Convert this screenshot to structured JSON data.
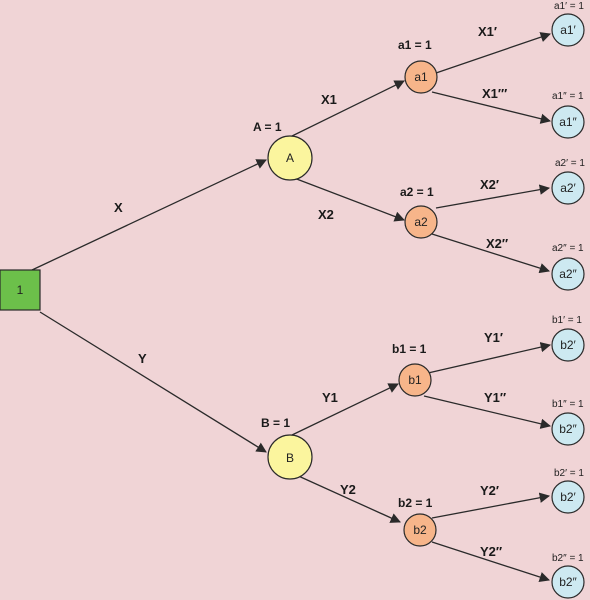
{
  "colors": {
    "background": "#f0d4d6",
    "root_fill": "#6cc04a",
    "level1_fill": "#fbf59e",
    "level2_fill": "#f7b58a",
    "leaf_fill": "#cde9f1",
    "stroke": "#2a2a2a"
  },
  "nodes": {
    "root": {
      "label": "1"
    },
    "A": {
      "label": "A",
      "value": "A = 1"
    },
    "B": {
      "label": "B",
      "value": "B = 1"
    },
    "a1": {
      "label": "a1",
      "value": "a1 = 1"
    },
    "a2": {
      "label": "a2",
      "value": "a2 = 1"
    },
    "b1": {
      "label": "b1",
      "value": "b1 = 1"
    },
    "b2": {
      "label": "b2",
      "value": "b2 = 1"
    },
    "a1p": {
      "label": "a1′",
      "value": "a1′ = 1"
    },
    "a1pp": {
      "label": "a1″",
      "value": "a1″ = 1"
    },
    "a2p": {
      "label": "a2′",
      "value": "a2′ = 1"
    },
    "a2pp": {
      "label": "a2″",
      "value": "a2″ = 1"
    },
    "b1p": {
      "label": "b2′",
      "value": "b1′ = 1"
    },
    "b1pp": {
      "label": "b2″",
      "value": "b1″ = 1"
    },
    "b2p": {
      "label": "b2′",
      "value": "b2′ = 1"
    },
    "b2pp": {
      "label": "b2″",
      "value": "b2″ = 1"
    }
  },
  "edges": {
    "X": "X",
    "Y": "Y",
    "X1": "X1",
    "X2": "X2",
    "Y1": "Y1",
    "Y2": "Y2",
    "X1p": "X1′",
    "X1pp": "X1′′′",
    "X2p": "X2′",
    "X2pp": "X2′′",
    "Y1p": "Y1′",
    "Y1pp": "Y1′′",
    "Y2p": "Y2′",
    "Y2pp": "Y2′′"
  }
}
